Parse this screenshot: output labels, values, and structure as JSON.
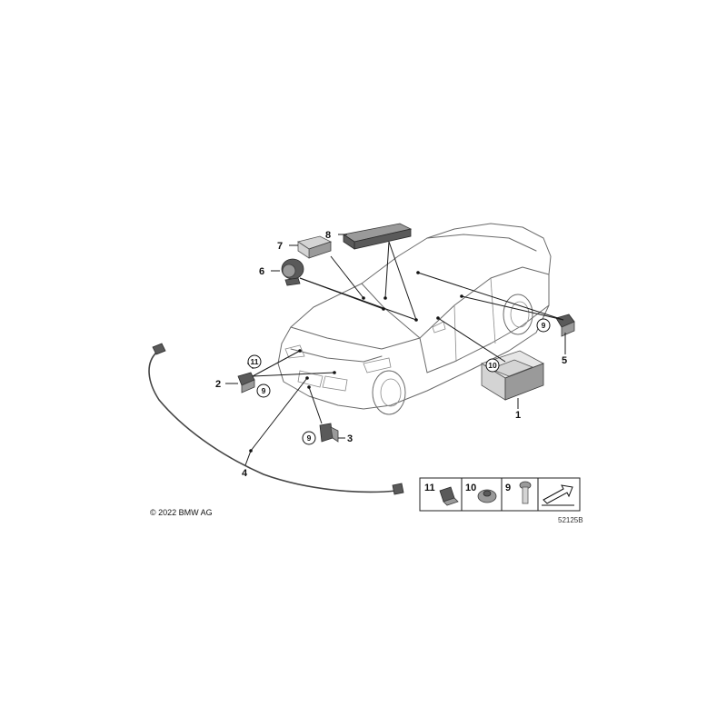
{
  "callouts": [
    {
      "id": "1",
      "label": "1"
    },
    {
      "id": "2",
      "label": "2"
    },
    {
      "id": "3",
      "label": "3"
    },
    {
      "id": "4",
      "label": "4"
    },
    {
      "id": "5",
      "label": "5"
    },
    {
      "id": "6",
      "label": "6"
    },
    {
      "id": "7",
      "label": "7"
    },
    {
      "id": "8",
      "label": "8"
    }
  ],
  "circled_refs": {
    "ref_9": "9",
    "ref_10": "10",
    "ref_11": "11"
  },
  "legend": {
    "items": [
      "11",
      "10",
      "9"
    ]
  },
  "copyright": "© 2022 BMW AG",
  "diagram_code": "52125B"
}
